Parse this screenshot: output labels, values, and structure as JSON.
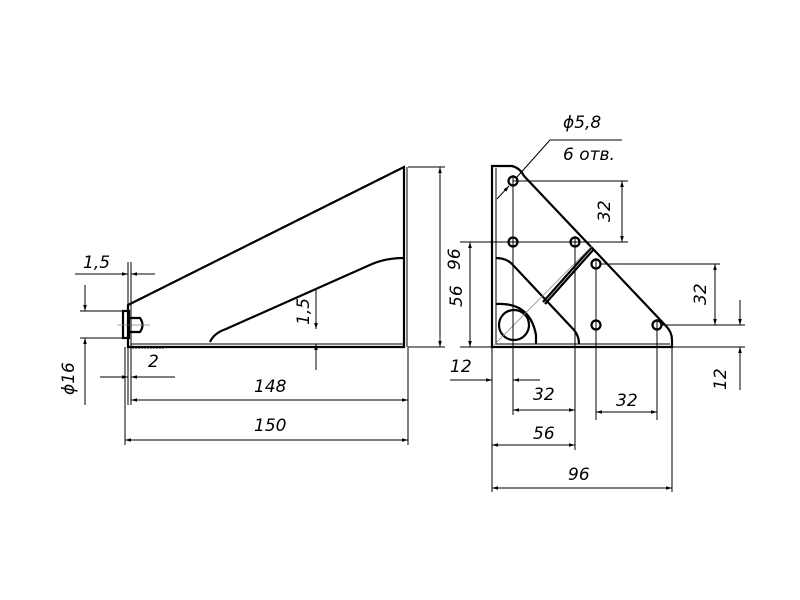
{
  "drawing": {
    "side_view": {
      "dims": {
        "wall_thickness": "1,5",
        "boss_diameter": "ϕ16",
        "offset": "2",
        "inner_thickness": "1,5",
        "height": "96",
        "inner_length": "148",
        "total_length": "150"
      }
    },
    "front_view": {
      "dims": {
        "hole_callout": "ϕ5,8",
        "hole_count": "6 отв.",
        "top_spacing": "32",
        "right_spacing": "32",
        "right_offset": "12",
        "left_height": "56",
        "left_offset": "12",
        "bottom_spacing_1": "32",
        "bottom_spacing_2": "32",
        "bottom_56": "56",
        "width": "96"
      }
    }
  }
}
